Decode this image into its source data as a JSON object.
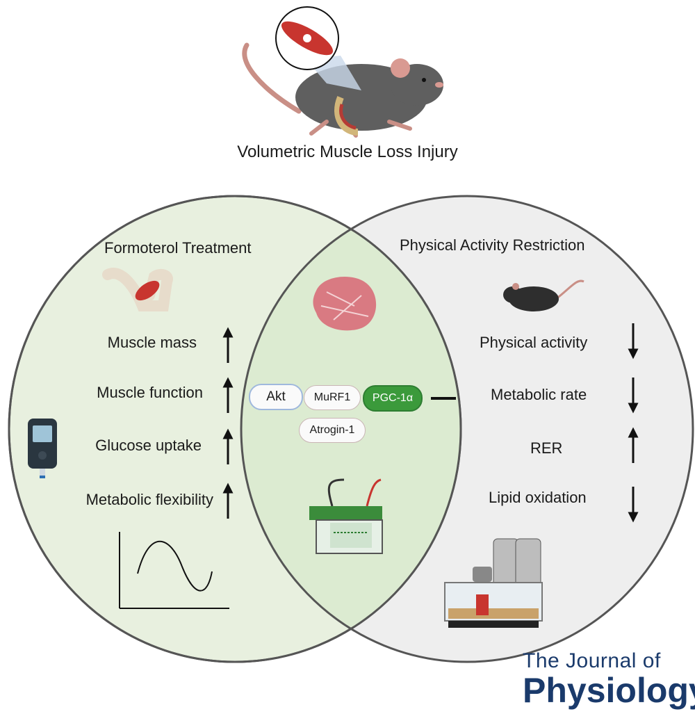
{
  "header": {
    "title": "Volumetric Muscle Loss Injury"
  },
  "left": {
    "title": "Formoterol Treatment",
    "items": [
      {
        "label": "Muscle mass",
        "direction": "up"
      },
      {
        "label": "Muscle function",
        "direction": "up"
      },
      {
        "label": "Glucose uptake",
        "direction": "up"
      },
      {
        "label": "Metabolic flexibility",
        "direction": "up"
      }
    ]
  },
  "right": {
    "title": "Physical Activity Restriction",
    "items": [
      {
        "label": "Physical activity",
        "direction": "down"
      },
      {
        "label": "Metabolic rate",
        "direction": "down"
      },
      {
        "label": "RER",
        "direction": "up"
      },
      {
        "label": "Lipid oxidation",
        "direction": "down"
      }
    ]
  },
  "center": {
    "markers": {
      "akt": "Akt",
      "murf1": "MuRF1",
      "pgc1a": "PGC-1α",
      "atrogin1": "Atrogin-1"
    }
  },
  "journal": {
    "line1": "The Journal of",
    "line2": "Physiology"
  },
  "colors": {
    "left_circle_fill": "#e8f0df",
    "right_circle_fill": "#eeeeee",
    "overlap_fill": "#dcebd1",
    "akt_border": "#9fb8dd",
    "pgc1a_fill": "#3b9a3b",
    "journal_text": "#1a3a6b"
  }
}
